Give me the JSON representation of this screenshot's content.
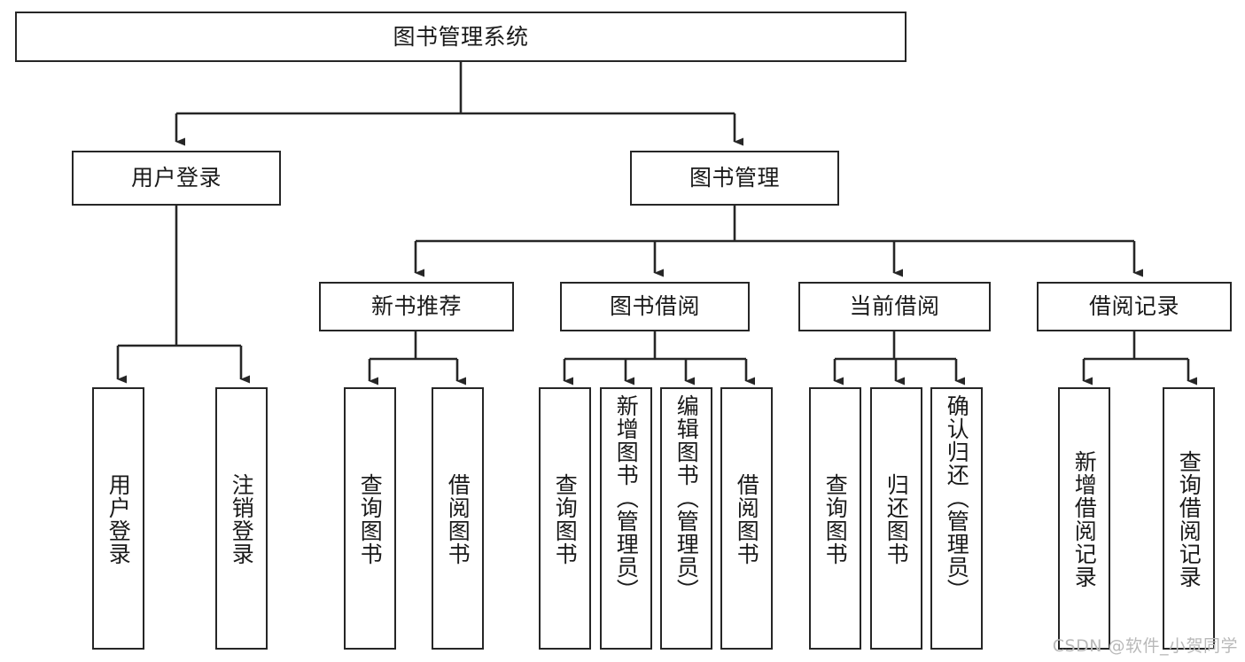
{
  "diagram": {
    "title": "图书管理系统",
    "type": "tree",
    "watermark": "CSDN @软件_小贺同学",
    "colors": {
      "stroke": "#262626",
      "fill": "#ffffff",
      "text": "#1a1a1a",
      "watermark": "#b9b9b9"
    },
    "root": {
      "label": "图书管理系统"
    },
    "level2": [
      {
        "label": "用户登录"
      },
      {
        "label": "图书管理"
      }
    ],
    "level3": [
      {
        "label": "新书推荐"
      },
      {
        "label": "图书借阅"
      },
      {
        "label": "当前借阅"
      },
      {
        "label": "借阅记录"
      }
    ],
    "leaves": {
      "user_login": [
        {
          "label": "用户登录"
        },
        {
          "label": "注销登录"
        }
      ],
      "new_book": [
        {
          "label": "查询图书"
        },
        {
          "label": "借阅图书"
        }
      ],
      "book_borrow": [
        {
          "label": "查询图书"
        },
        {
          "label": "新增图书（管理员）"
        },
        {
          "label": "编辑图书（管理员）"
        },
        {
          "label": "借阅图书"
        }
      ],
      "current_borrow": [
        {
          "label": "查询图书"
        },
        {
          "label": "归还图书"
        },
        {
          "label": "确认归还（管理员）"
        }
      ],
      "borrow_record": [
        {
          "label": "新增借阅记录"
        },
        {
          "label": "查询借阅记录"
        }
      ]
    }
  }
}
